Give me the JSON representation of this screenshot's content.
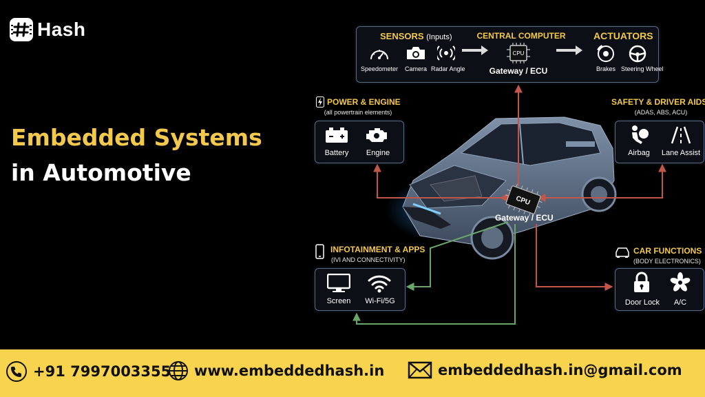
{
  "brand": {
    "name": "Hash"
  },
  "hero": {
    "line1": "Embedded Systems",
    "line2": "in Automotive"
  },
  "top_panel": {
    "sensors": {
      "heading": "SENSORS",
      "sub": "(Inputs)",
      "items": [
        "Speedometer",
        "Camera",
        "Radar Angle"
      ]
    },
    "central": {
      "heading": "CENTRAL COMPUTER",
      "chip": "CPU",
      "label": "Gateway / ECU"
    },
    "actuators": {
      "heading": "ACTUATORS",
      "items": [
        "Brakes",
        "Steering Wheel"
      ]
    }
  },
  "power": {
    "heading": "POWER & ENGINE",
    "sub": "(all powertrain elements)",
    "items": [
      "Battery",
      "Engine"
    ]
  },
  "safety": {
    "heading": "SAFETY & DRIVER AIDS",
    "sub": "(ADAS, ABS, ACU)",
    "items": [
      "Airbag",
      "Lane Assist"
    ]
  },
  "infotainment": {
    "heading": "INFOTAINMENT & APPS",
    "sub": "(IVI AND CONNECTIVITY)",
    "items": [
      "Screen",
      "Wi-Fi/5G"
    ]
  },
  "car_functions": {
    "heading": "CAR FUNCTIONS",
    "sub": "(BODY ELECTRONICS)",
    "items": [
      "Door Lock",
      "A/C"
    ]
  },
  "center_ecu": {
    "chip": "CPU",
    "label": "Gateway / ECU"
  },
  "footer": {
    "phone": "+91 7997003355",
    "website": "www.embeddedhash.in",
    "email": "embeddedhash.in@gmail.com"
  },
  "colors": {
    "accent": "#f2c94c",
    "footer_bg": "#f8d44e",
    "link_red": "#c0574a",
    "link_green": "#6aa66a",
    "card_border": "#5c6a82"
  },
  "icons": [
    "hash-logo-icon",
    "speedometer-icon",
    "camera-icon",
    "radar-icon",
    "cpu-icon",
    "brakes-icon",
    "steering-wheel-icon",
    "power-bolt-icon",
    "battery-icon",
    "engine-icon",
    "airbag-icon",
    "lane-assist-icon",
    "smartphone-icon",
    "screen-icon",
    "wifi-icon",
    "car-icon",
    "door-lock-icon",
    "ac-fan-icon",
    "phone-icon",
    "globe-icon",
    "mail-icon"
  ]
}
